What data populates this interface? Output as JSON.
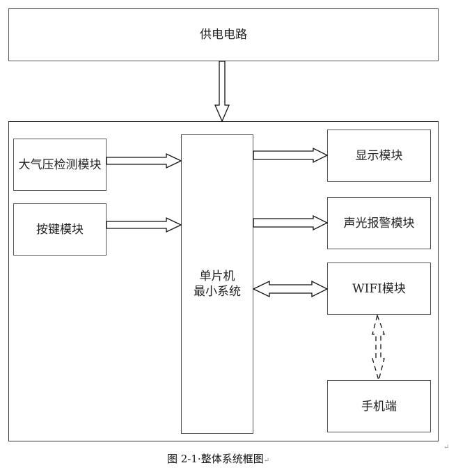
{
  "diagram": {
    "power": {
      "label": "供电电路"
    },
    "mcu": {
      "line1": "单片机",
      "line2": "最小系统"
    },
    "inputs": [
      {
        "label": "大气压检测模块"
      },
      {
        "label": "按键模块"
      }
    ],
    "outputs": [
      {
        "label": "显示模块"
      },
      {
        "label": "声光报警模块"
      },
      {
        "label": "WIFI模块"
      }
    ],
    "phone": {
      "label": "手机端"
    },
    "connections": [
      {
        "from": "供电电路",
        "to": "单片机最小系统",
        "type": "single-arrow"
      },
      {
        "from": "大气压检测模块",
        "to": "单片机最小系统",
        "type": "single-arrow"
      },
      {
        "from": "按键模块",
        "to": "单片机最小系统",
        "type": "single-arrow"
      },
      {
        "from": "单片机最小系统",
        "to": "显示模块",
        "type": "single-arrow"
      },
      {
        "from": "单片机最小系统",
        "to": "声光报警模块",
        "type": "single-arrow"
      },
      {
        "from": "单片机最小系统",
        "to": "WIFI模块",
        "type": "double-arrow"
      },
      {
        "from": "WIFI模块",
        "to": "手机端",
        "type": "dashed-double-arrow"
      }
    ]
  },
  "caption": {
    "text": "图 2-1·整体系统框图",
    "para_mark": "↵"
  },
  "side_mark": "↵"
}
